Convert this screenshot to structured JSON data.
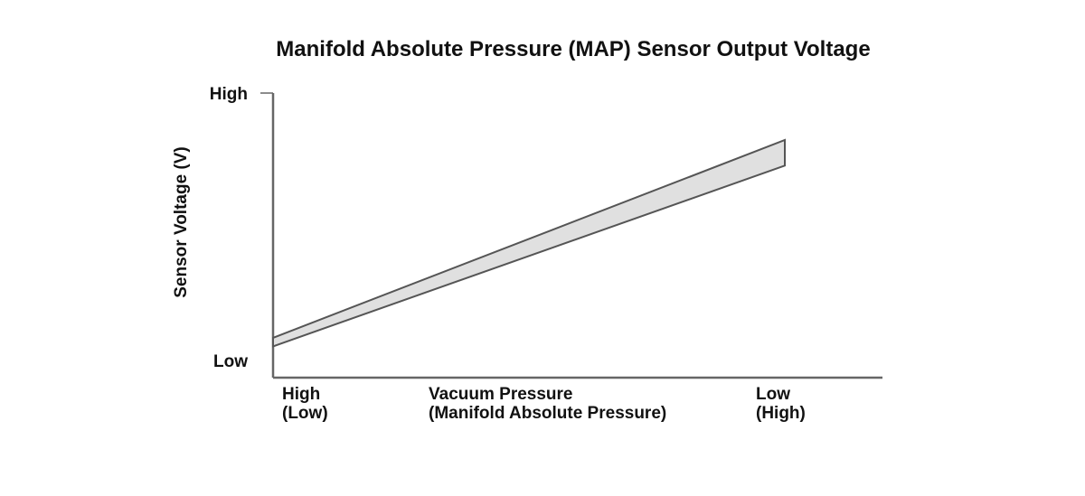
{
  "chart_data": {
    "type": "area",
    "title": "Manifold Absolute Pressure (MAP) Sensor Output Voltage",
    "ylabel": "Sensor Voltage (V)",
    "xlabel": [
      "Vacuum Pressure",
      "(Manifold Absolute Pressure)"
    ],
    "y_tick_labels": [
      "High",
      "Low"
    ],
    "x_start_label": [
      "High",
      "(Low)"
    ],
    "x_end_label": [
      "Low",
      "(High)"
    ],
    "grid": false,
    "xlim": [
      0,
      1
    ],
    "ylim": [
      0,
      1
    ],
    "series": [
      {
        "x": [
          0,
          1
        ],
        "upper": [
          0.14,
          0.835
        ],
        "lower": [
          0.11,
          0.745
        ]
      }
    ],
    "colors": {
      "fill": "#e0e0e0",
      "stroke": "#555555",
      "axis": "#666666"
    }
  }
}
